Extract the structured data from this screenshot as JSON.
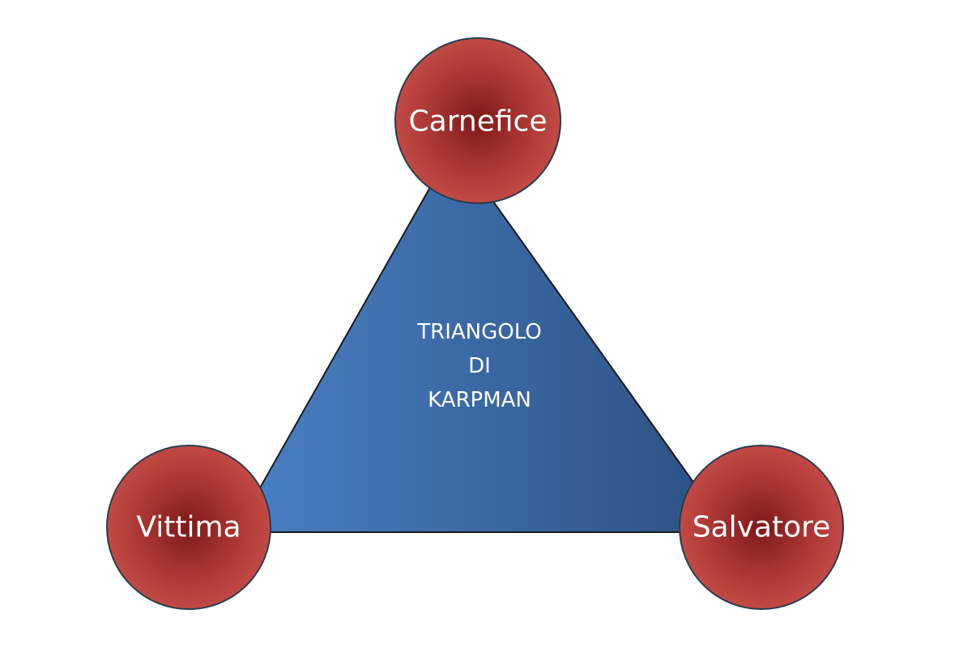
{
  "diagram": {
    "center_lines": [
      "TRIANGOLO",
      "DI",
      "KARPMAN"
    ],
    "nodes": {
      "top": "Carnefice",
      "left": "Vittima",
      "right": "Salvatore"
    }
  },
  "colors": {
    "triangle_light": "#4a7fc4",
    "triangle_dark": "#2b5080",
    "circle_center": "#8a1f1f",
    "circle_edge": "#c24a45",
    "circle_stroke": "#2a3d50"
  }
}
